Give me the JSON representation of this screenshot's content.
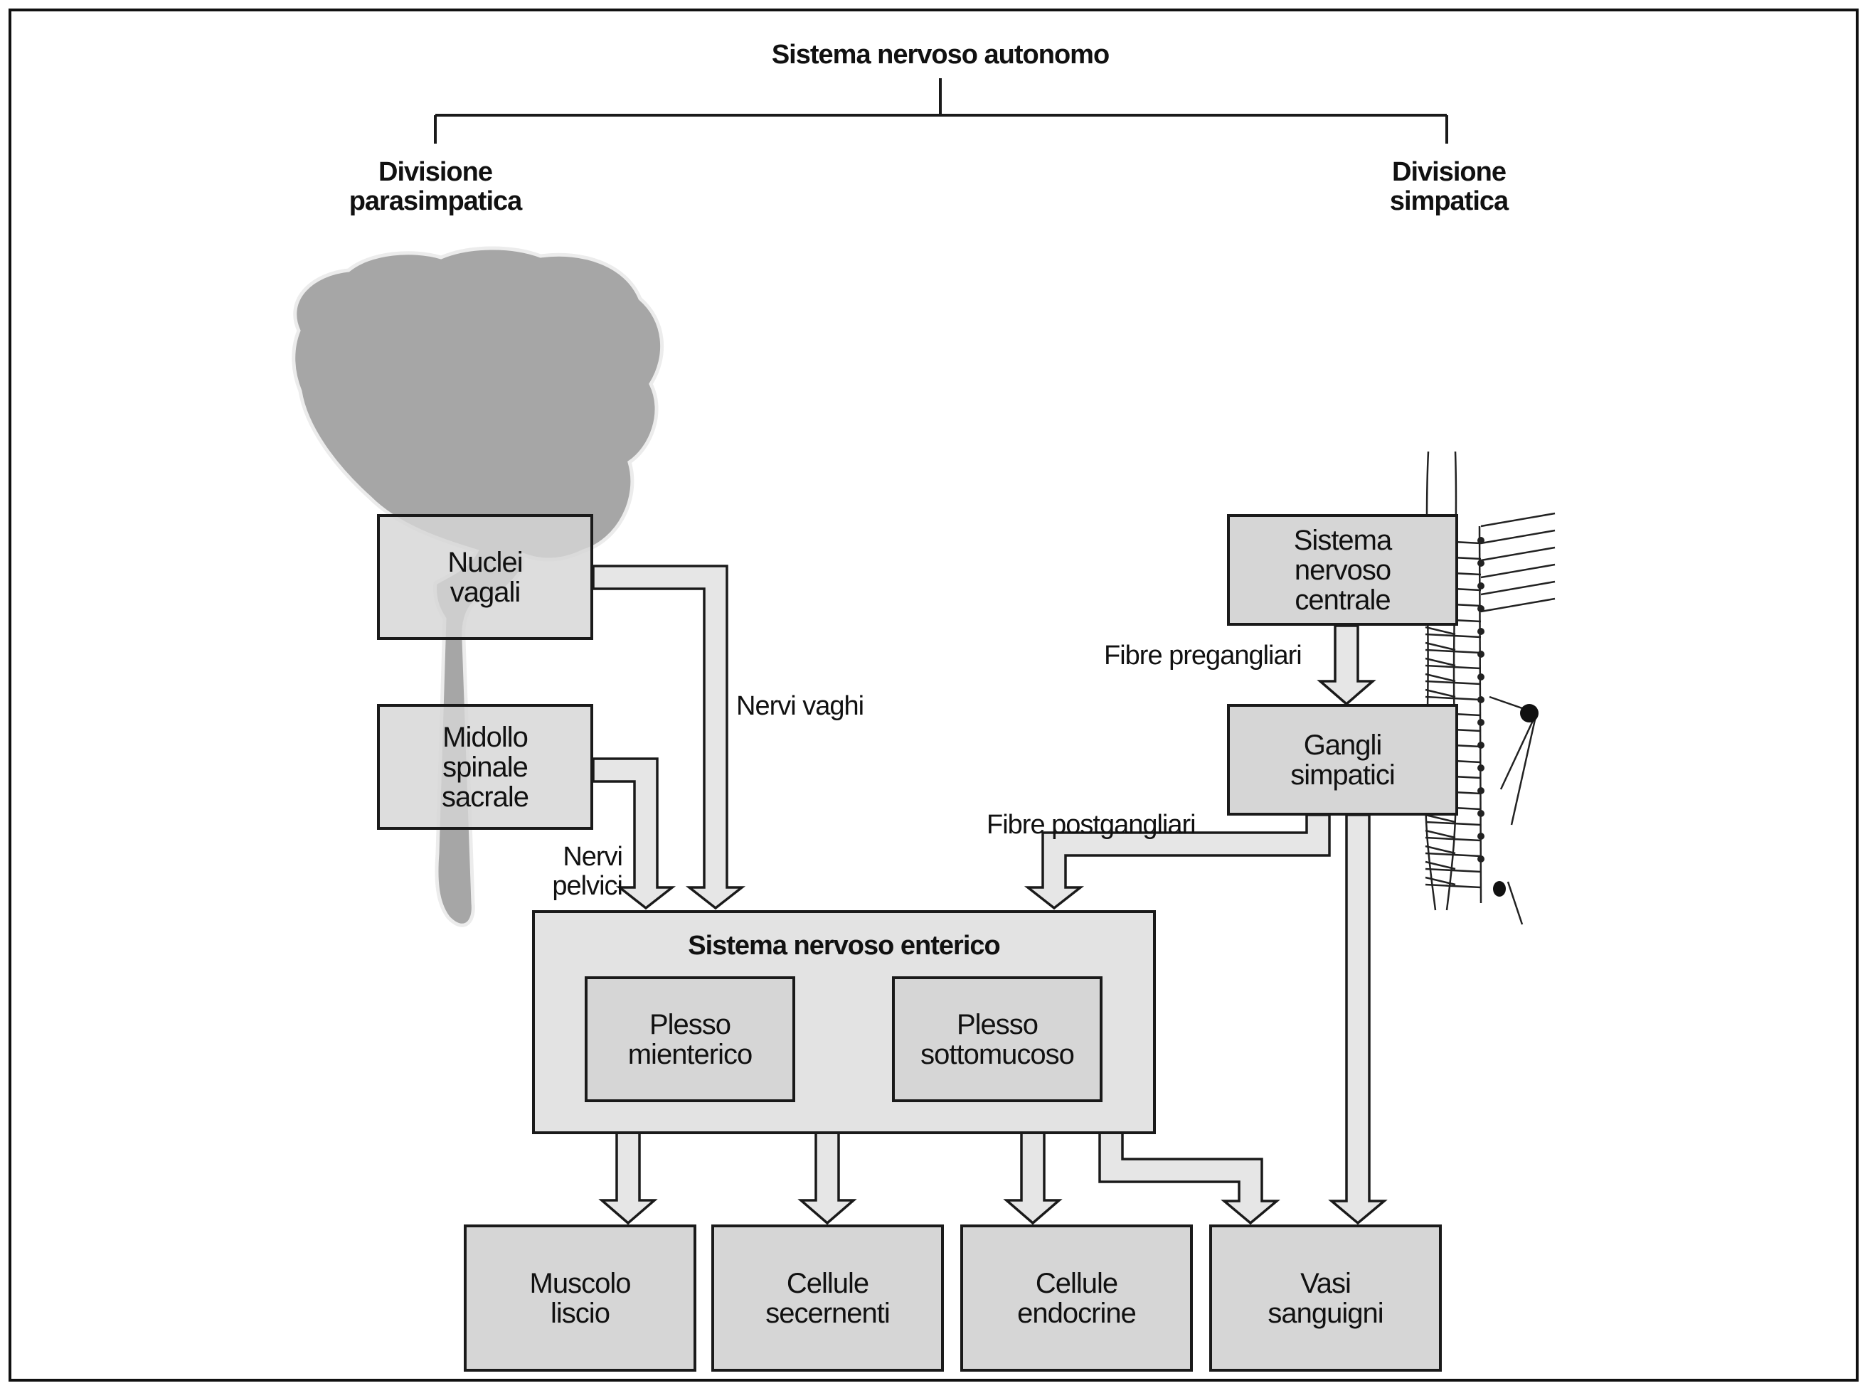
{
  "title": "Sistema nervoso autonomo",
  "divisions": {
    "parasympathetic": [
      "Divisione",
      "parasimpatica"
    ],
    "sympathetic": [
      "Divisione",
      "simpatica"
    ]
  },
  "boxes": {
    "nuclei_vagali": [
      "Nuclei",
      "vagali"
    ],
    "midollo": [
      "Midollo",
      "spinale",
      "sacrale"
    ],
    "snc": [
      "Sistema",
      "nervoso",
      "centrale"
    ],
    "gangli": [
      "Gangli",
      "simpatici"
    ],
    "enteric_title": "Sistema nervoso enterico",
    "plesso_mienterico": [
      "Plesso",
      "mienterico"
    ],
    "plesso_sottomucoso": [
      "Plesso",
      "sottomucoso"
    ],
    "muscolo": [
      "Muscolo",
      "liscio"
    ],
    "secernenti": [
      "Cellule",
      "secernenti"
    ],
    "endocrine": [
      "Cellule",
      "endocrine"
    ],
    "vasi": [
      "Vasi",
      "sanguigni"
    ]
  },
  "annotations": {
    "nervi_vaghi": "Nervi vaghi",
    "nervi_pelvici": [
      "Nervi",
      "pelvici"
    ],
    "fibre_pregangliari": "Fibre pregangliari",
    "fibre_postgangliari": "Fibre postgangliari"
  },
  "colors": {
    "box_fill": "#d6d6d6",
    "enteric_fill": "#e3e3e3",
    "arrow_fill": "#e6e6e6",
    "brain_fill": "#a6a6a6",
    "line": "#1a1a1a"
  }
}
